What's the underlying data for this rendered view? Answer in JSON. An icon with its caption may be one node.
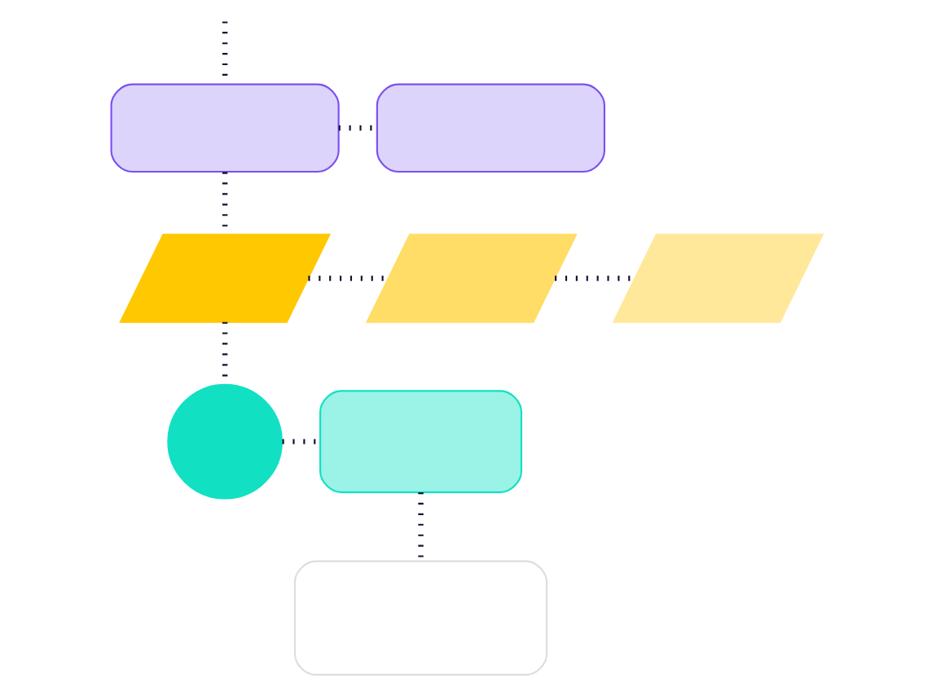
{
  "diagram": {
    "nodes": [
      {
        "text": [],
        "shape": "box"
      },
      {
        "text": [],
        "shape": "box"
      },
      {
        "text": [],
        "shape": "parallelogram"
      },
      {
        "text": [],
        "shape": "parallelogram"
      },
      {
        "text": [],
        "shape": "parallelogram"
      },
      {
        "text": [],
        "shape": "circle"
      },
      {
        "text": [],
        "shape": "box"
      },
      {
        "text": [],
        "shape": "box"
      }
    ],
    "edges": [
      {
        "from": null,
        "to": 0,
        "arrow": "none"
      },
      {
        "from": 0,
        "to": 1,
        "arrow": "none"
      },
      {
        "from": 0,
        "to": 2,
        "arrow": "none"
      },
      {
        "from": 2,
        "to": 3,
        "arrow": "none"
      },
      {
        "from": 3,
        "to": 4,
        "arrow": "none"
      },
      {
        "from": 2,
        "to": 5,
        "arrow": "none"
      },
      {
        "from": 5,
        "to": 6,
        "arrow": "none"
      },
      {
        "from": 6,
        "to": 7,
        "arrow": "none"
      }
    ]
  }
}
